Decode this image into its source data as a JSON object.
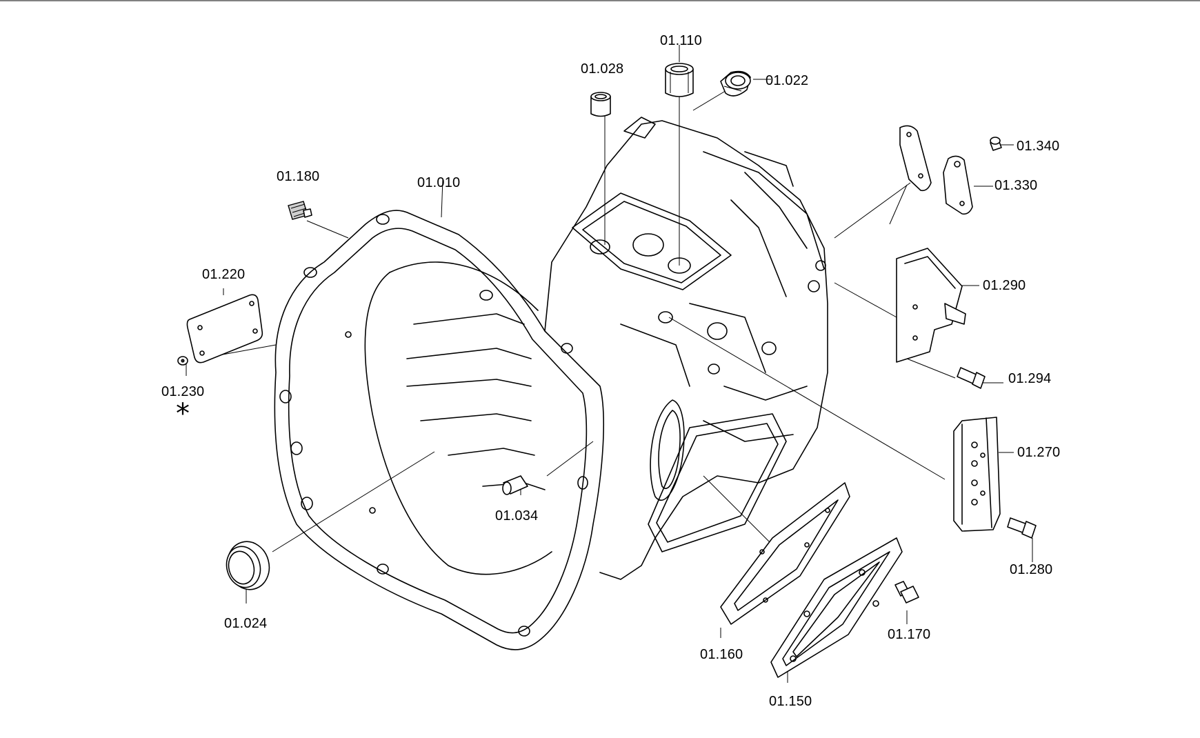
{
  "labels": {
    "p01_010": "01.010",
    "p01_022": "01.022",
    "p01_024": "01.024",
    "p01_028": "01.028",
    "p01_034": "01.034",
    "p01_110": "01.110",
    "p01_150": "01.150",
    "p01_160": "01.160",
    "p01_170": "01.170",
    "p01_180": "01.180",
    "p01_220": "01.220",
    "p01_230": "01.230",
    "p01_270": "01.270",
    "p01_280": "01.280",
    "p01_290": "01.290",
    "p01_294": "01.294",
    "p01_330": "01.330",
    "p01_340": "01.340"
  },
  "marker": "*"
}
